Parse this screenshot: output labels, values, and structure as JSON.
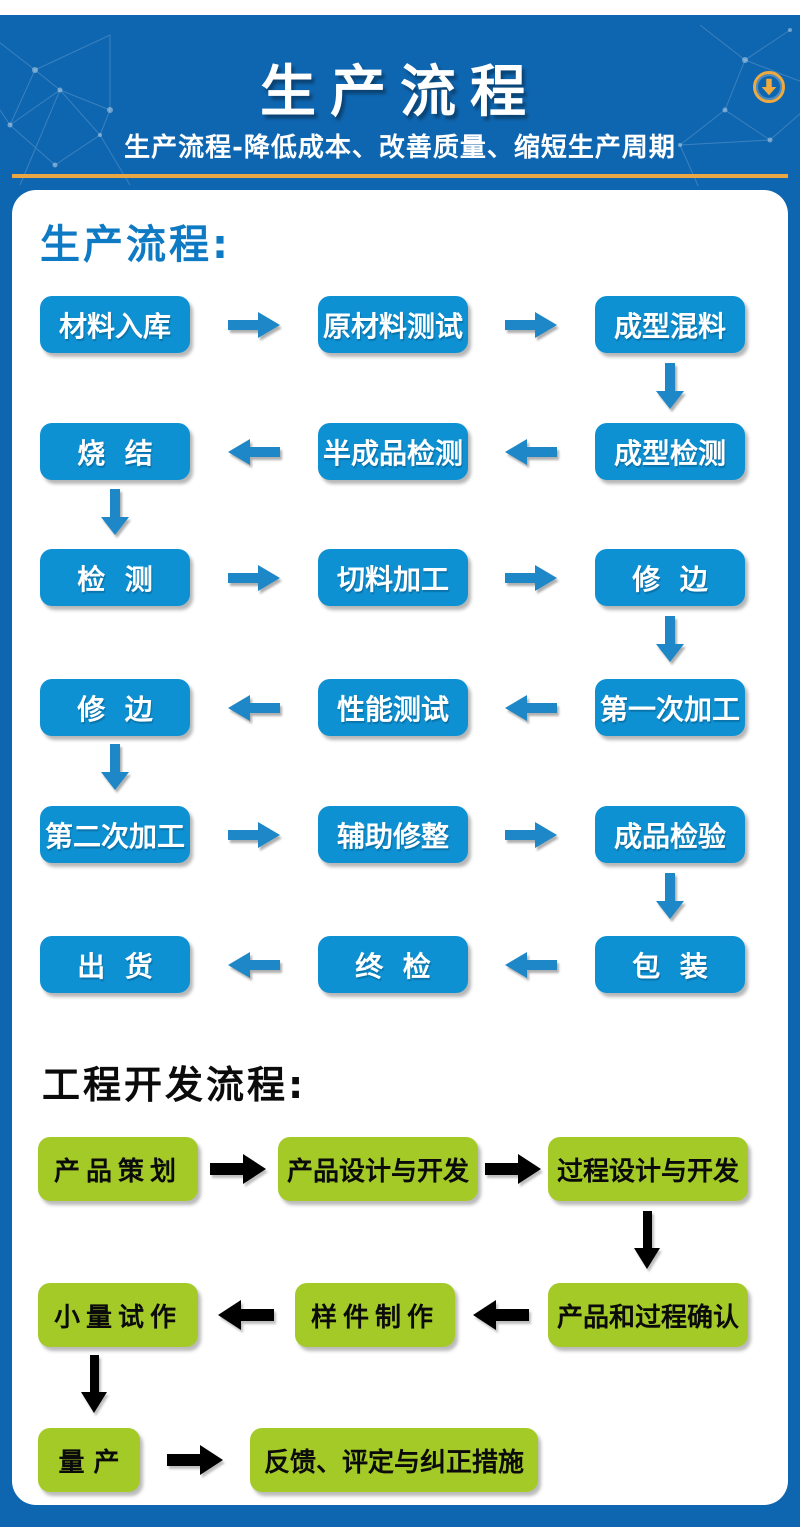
{
  "header": {
    "title": "生产流程",
    "subtitle": "生产流程-降低成本、改善质量、缩短生产周期",
    "download_icon": "circle-download-arrow"
  },
  "colors": {
    "page_blue": "#0f66b0",
    "flow_box_blue": "#0e91d2",
    "arrow_blue": "#1e87c8",
    "heading_blue": "#0f7ac4",
    "accent_orange": "#eaa743",
    "flow_box_green": "#a4ca28",
    "arrow_black": "#000000"
  },
  "production": {
    "heading": "生产流程:",
    "rows": [
      {
        "direction": "right",
        "boxes": [
          "材料入库",
          "原材料测试",
          "成型混料"
        ]
      },
      {
        "direction": "left",
        "boxes": [
          "烧  结",
          "半成品检测",
          "成型检测"
        ]
      },
      {
        "direction": "right",
        "boxes": [
          "检  测",
          "切料加工",
          "修  边"
        ]
      },
      {
        "direction": "left",
        "boxes": [
          "修  边",
          "性能测试",
          "第一次加工"
        ]
      },
      {
        "direction": "right",
        "boxes": [
          "第二次加工",
          "辅助修整",
          "成品检验"
        ]
      },
      {
        "direction": "left",
        "boxes": [
          "出  货",
          "终  检",
          "包  装"
        ]
      }
    ]
  },
  "engineering": {
    "heading": "工程开发流程:",
    "rows": [
      {
        "direction": "right",
        "boxes": [
          "产品策划",
          "产品设计与开发",
          "过程设计与开发"
        ]
      },
      {
        "direction": "left",
        "boxes": [
          "小量试作",
          "样件制作",
          "产品和过程确认"
        ]
      },
      {
        "direction": "right",
        "boxes": [
          "量 产",
          "反馈、评定与纠正措施"
        ]
      }
    ]
  }
}
